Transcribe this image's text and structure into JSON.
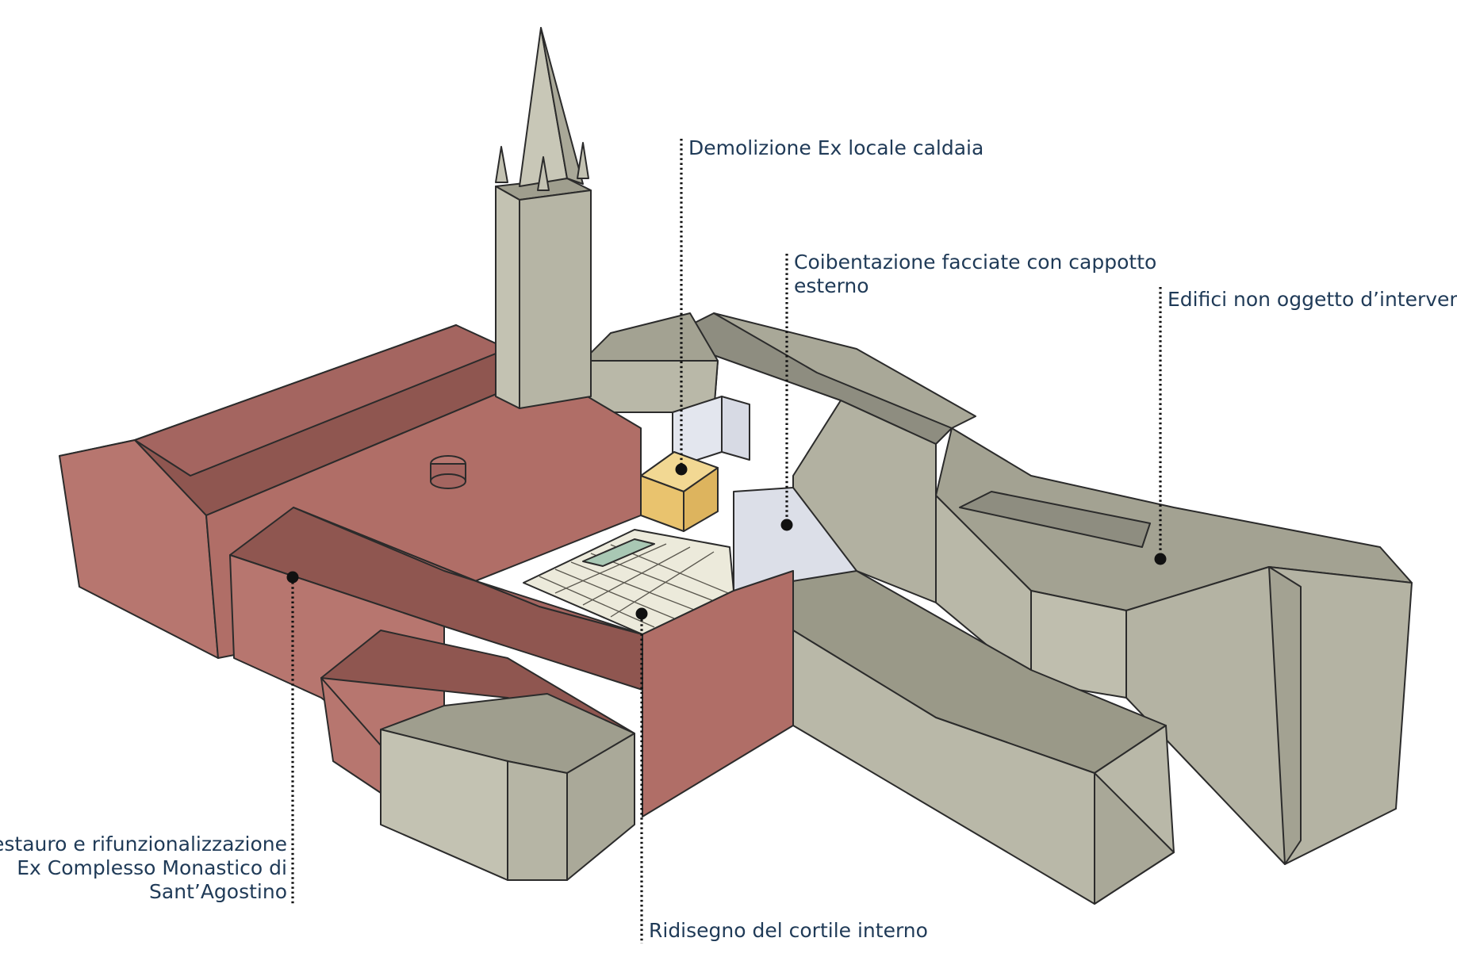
{
  "annotations": {
    "demolizione": "Demolizione Ex locale caldaia",
    "coibentazione_l1": "Coibentazione facciate con cappotto",
    "coibentazione_l2": "esterno",
    "edifici": "Edifici non oggetto d’intervento",
    "restauro_l1": "Restauro e rifunzionalizzazione",
    "restauro_l2": "Ex Complesso Monastico di",
    "restauro_l3": "Sant’Agostino",
    "ridisegno": "Ridisegno del cortile interno"
  },
  "colors": {
    "restored_building": "#b7766f",
    "restored_roof_dark": "#8f5650",
    "other_building": "#b9b8a8",
    "other_roof_dark": "#8e8d80",
    "facade_insulation": "#dcdfe8",
    "demolition_volume": "#e9c36e",
    "courtyard": "#eceadb",
    "label_text": "#1f3a57",
    "leader_line": "#111111"
  }
}
